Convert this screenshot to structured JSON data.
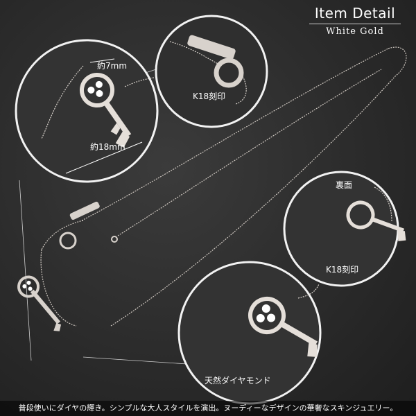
{
  "header": {
    "title": "Item Detail",
    "subtitle": "White Gold"
  },
  "callouts": {
    "width_label": "約7mm",
    "length_label": "約18mm",
    "clasp_stamp": "K18刻印",
    "back_label": "裏面",
    "back_stamp": "K18刻印",
    "diamond_label": "天然ダイヤモンド"
  },
  "footer": {
    "caption": "普段使いにダイヤの輝き。シンプルな大人スタイルを演出。ヌーディーなデザインの華奢なスキンジュエリー。"
  },
  "colors": {
    "background": "#2b2b2b",
    "circle_fill": "#3a3a3a",
    "circle_stroke": "#f2f2f2",
    "metal": "#d8d2cc",
    "text": "#ffffff"
  }
}
